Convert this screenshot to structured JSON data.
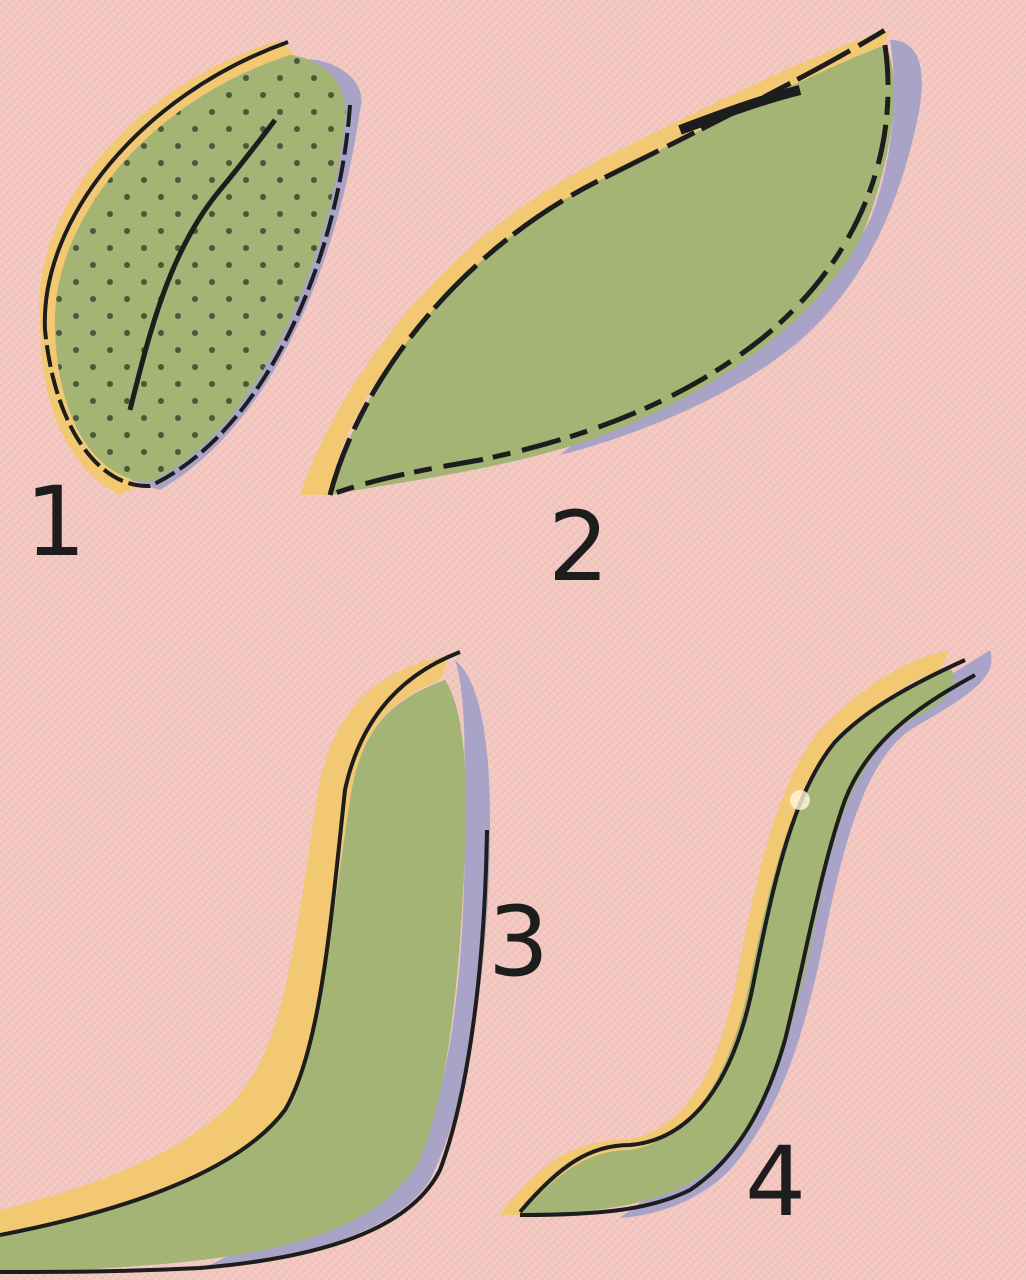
{
  "figures": [
    {
      "id": "1",
      "label": "1",
      "shape": "ovate leaf with dotted surface and midrib"
    },
    {
      "id": "2",
      "label": "2",
      "shape": "elongated lanceolate leaf"
    },
    {
      "id": "3",
      "label": "3",
      "shape": "curved strap-shaped leaf"
    },
    {
      "id": "4",
      "label": "4",
      "shape": "narrow S-curved leaf with small blade"
    }
  ],
  "colors": {
    "background": "#f3c7c0",
    "leaf_green": "#a3b475",
    "highlight_yellow": "#f2c873",
    "shadow_lavender": "#a9a3c8",
    "outline": "#1d1d1d"
  }
}
